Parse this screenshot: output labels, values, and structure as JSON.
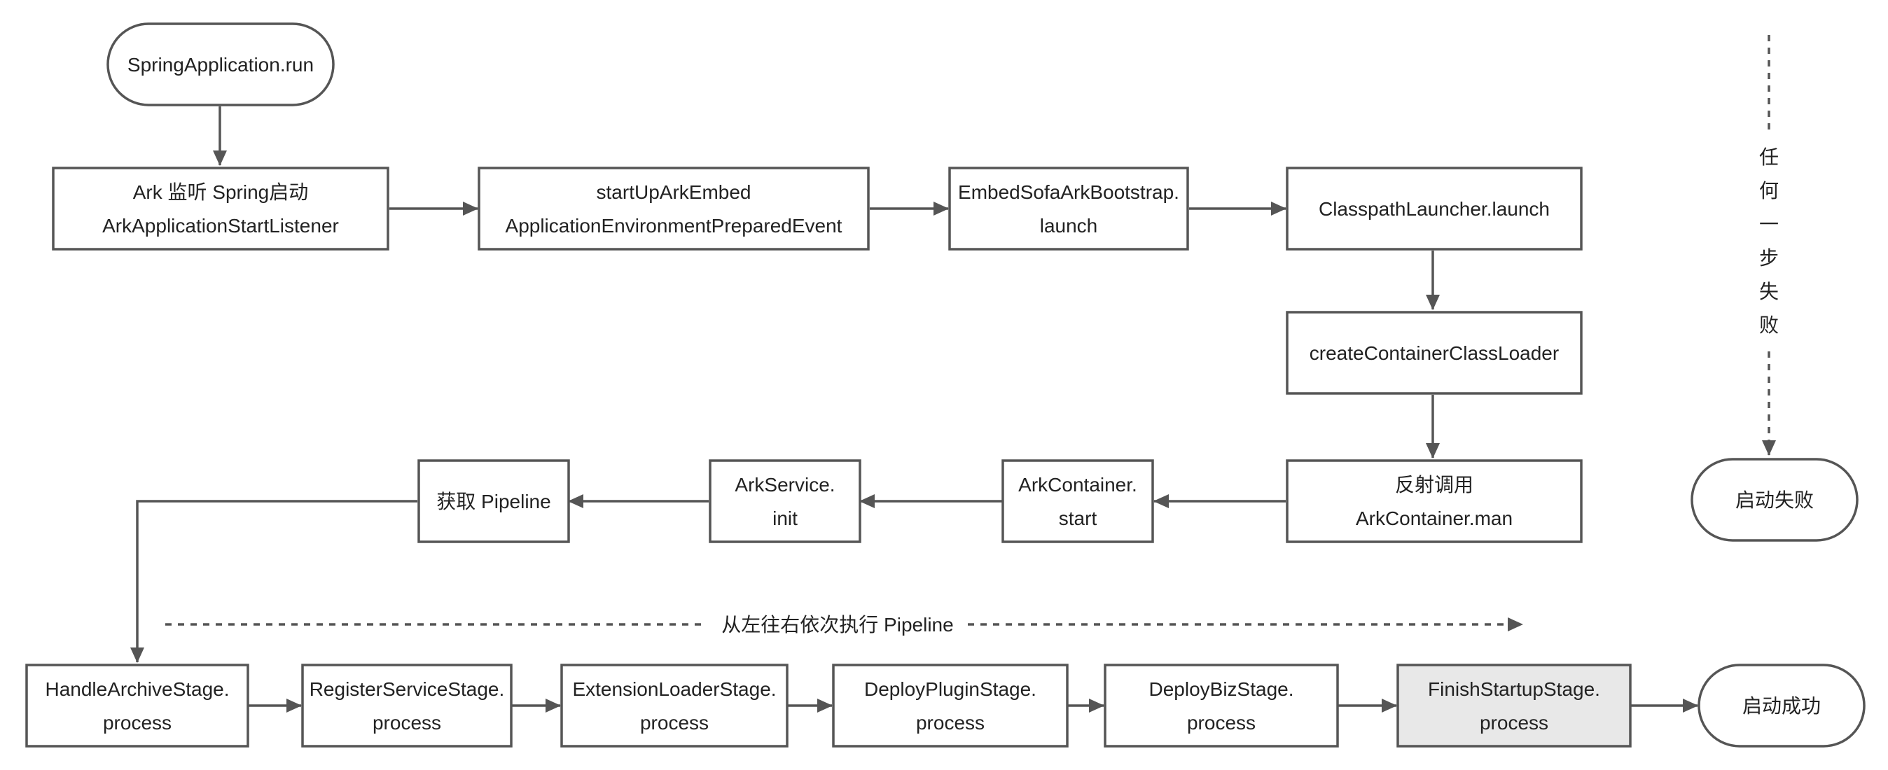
{
  "nodes": {
    "spring_run": {
      "lines": [
        "SpringApplication.run"
      ]
    },
    "ark_listener": {
      "lines": [
        "Ark 监听 Spring启动",
        "ArkApplicationStartListener"
      ]
    },
    "start_up_ark_embed": {
      "lines": [
        "startUpArkEmbed",
        "ApplicationEnvironmentPreparedEvent"
      ]
    },
    "embed_bootstrap": {
      "lines": [
        "EmbedSofaArkBootstrap.",
        "launch"
      ]
    },
    "classpath_launcher": {
      "lines": [
        "ClasspathLauncher.launch"
      ]
    },
    "create_loader": {
      "lines": [
        "createContainerClassLoader"
      ]
    },
    "reflect_call": {
      "lines": [
        "反射调用",
        "ArkContainer.man"
      ]
    },
    "ark_container_start": {
      "lines": [
        "ArkContainer.",
        "start"
      ]
    },
    "ark_service_init": {
      "lines": [
        "ArkService.",
        "init"
      ]
    },
    "get_pipeline": {
      "lines": [
        "获取 Pipeline"
      ]
    },
    "handle_archive": {
      "lines": [
        "HandleArchiveStage.",
        "process"
      ]
    },
    "register_service": {
      "lines": [
        "RegisterServiceStage.",
        "process"
      ]
    },
    "extension_loader": {
      "lines": [
        "ExtensionLoaderStage.",
        "process"
      ]
    },
    "deploy_plugin": {
      "lines": [
        "DeployPluginStage.",
        "process"
      ]
    },
    "deploy_biz": {
      "lines": [
        "DeployBizStage.",
        "process"
      ]
    },
    "finish_startup": {
      "lines": [
        "FinishStartupStage.",
        "process"
      ]
    },
    "start_success": {
      "lines": [
        "启动成功"
      ]
    },
    "start_fail": {
      "lines": [
        "启动失败"
      ]
    }
  },
  "pipeline_label": "从左往右依次执行 Pipeline",
  "failure_label": [
    "任",
    "何",
    "一",
    "步",
    "失",
    "败"
  ],
  "colors": {
    "stroke": "#555555",
    "text": "#222222",
    "highlight_fill": "#e8e8e8",
    "background": "#ffffff"
  }
}
